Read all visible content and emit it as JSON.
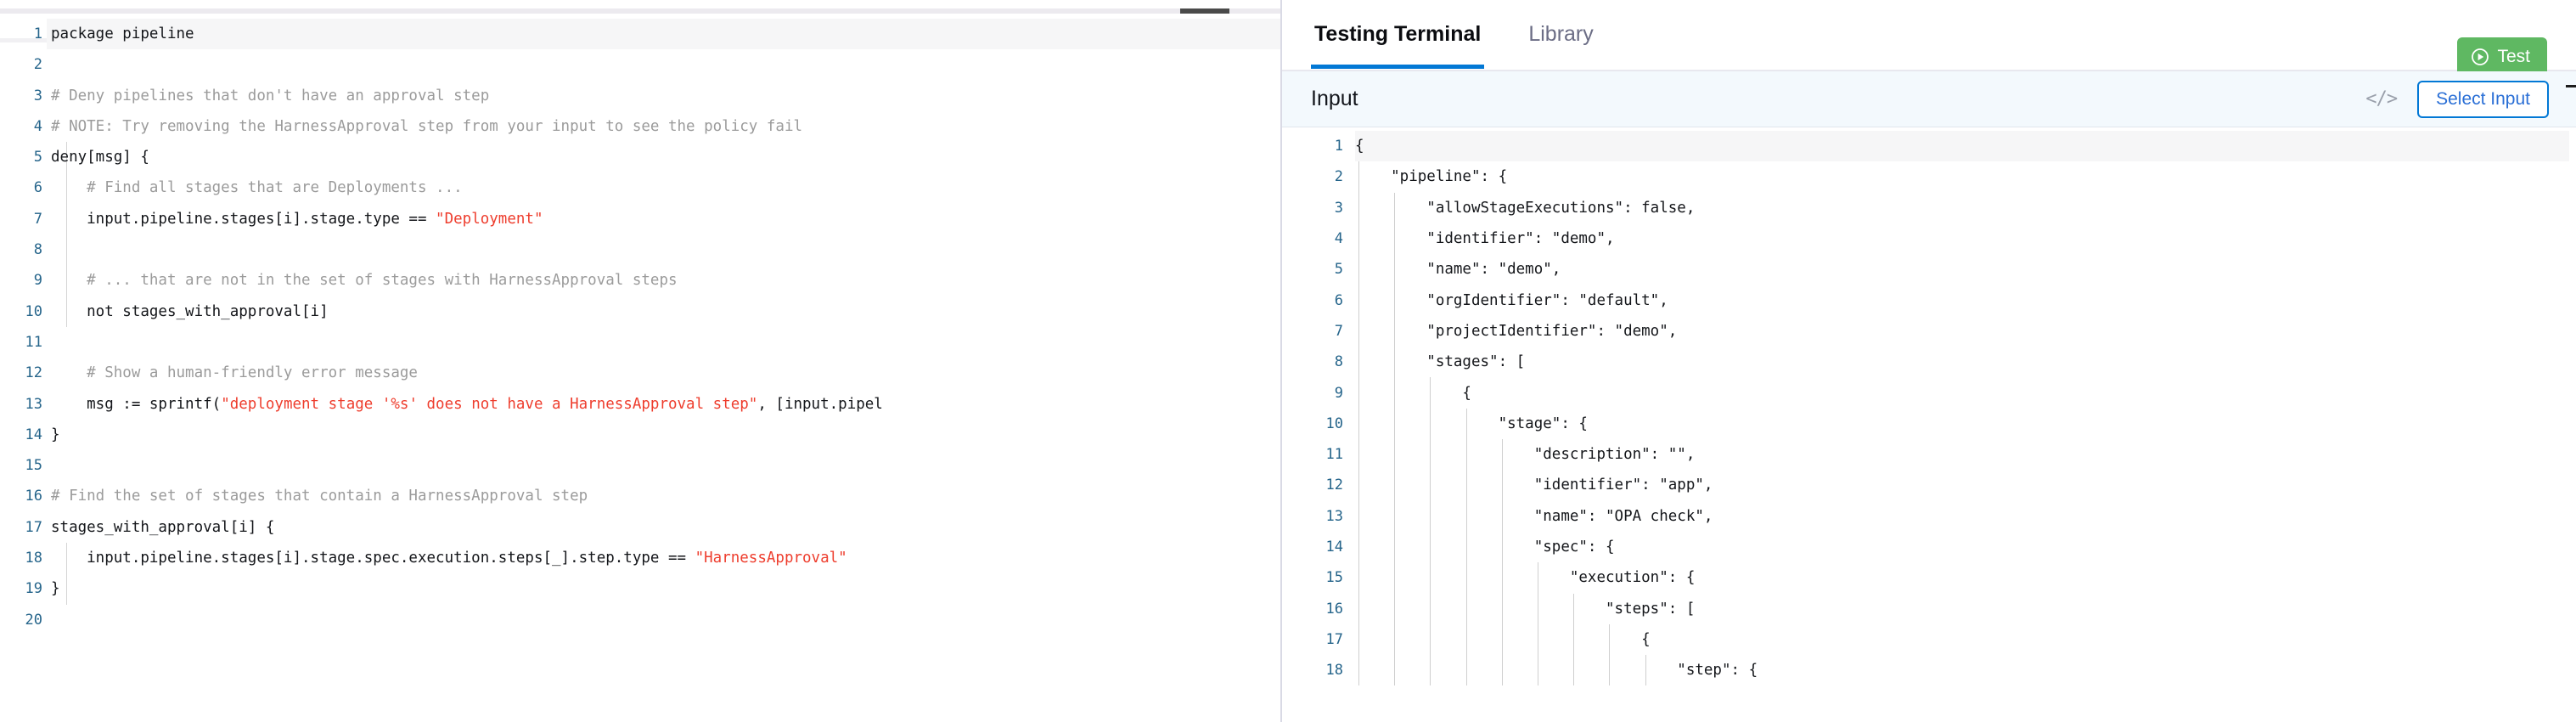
{
  "editor": {
    "language": "rego",
    "minimize_icon": "minimize-icon",
    "lines": [
      {
        "n": "1",
        "segments": [
          {
            "t": "package pipeline",
            "c": "plain"
          }
        ]
      },
      {
        "n": "2",
        "segments": [
          {
            "t": "",
            "c": "plain"
          }
        ]
      },
      {
        "n": "3",
        "segments": [
          {
            "t": "# Deny pipelines that don't have an approval step",
            "c": "comment"
          }
        ]
      },
      {
        "n": "4",
        "segments": [
          {
            "t": "# NOTE: Try removing the HarnessApproval step from your input to see the policy fail",
            "c": "comment"
          }
        ]
      },
      {
        "n": "5",
        "segments": [
          {
            "t": "deny[msg] {",
            "c": "plain"
          }
        ]
      },
      {
        "n": "6",
        "segments": [
          {
            "t": "    # Find all stages that are Deployments ...",
            "c": "comment"
          }
        ]
      },
      {
        "n": "7",
        "segments": [
          {
            "t": "    input.pipeline.stages[i].stage.type == ",
            "c": "plain"
          },
          {
            "t": "\"Deployment\"",
            "c": "string"
          }
        ]
      },
      {
        "n": "8",
        "segments": [
          {
            "t": "",
            "c": "plain"
          }
        ]
      },
      {
        "n": "9",
        "segments": [
          {
            "t": "    # ... that are not in the set of stages with HarnessApproval steps",
            "c": "comment"
          }
        ]
      },
      {
        "n": "10",
        "segments": [
          {
            "t": "    not stages_with_approval[i]",
            "c": "plain"
          }
        ]
      },
      {
        "n": "11",
        "segments": [
          {
            "t": "",
            "c": "plain"
          }
        ]
      },
      {
        "n": "12",
        "segments": [
          {
            "t": "    # Show a human-friendly error message",
            "c": "comment"
          }
        ]
      },
      {
        "n": "13",
        "segments": [
          {
            "t": "    msg := sprintf(",
            "c": "plain"
          },
          {
            "t": "\"deployment stage '%s' does not have a HarnessApproval step\"",
            "c": "string"
          },
          {
            "t": ", [input.pipel",
            "c": "plain"
          }
        ]
      },
      {
        "n": "14",
        "segments": [
          {
            "t": "}",
            "c": "plain"
          }
        ]
      },
      {
        "n": "15",
        "segments": [
          {
            "t": "",
            "c": "plain"
          }
        ]
      },
      {
        "n": "16",
        "segments": [
          {
            "t": "# Find the set of stages that contain a HarnessApproval step",
            "c": "comment"
          }
        ]
      },
      {
        "n": "17",
        "segments": [
          {
            "t": "stages_with_approval[i] {",
            "c": "plain"
          }
        ]
      },
      {
        "n": "18",
        "segments": [
          {
            "t": "    input.pipeline.stages[i].stage.spec.execution.steps[_].step.type == ",
            "c": "plain"
          },
          {
            "t": "\"HarnessApproval\"",
            "c": "string"
          }
        ]
      },
      {
        "n": "19",
        "segments": [
          {
            "t": "}",
            "c": "plain"
          }
        ]
      },
      {
        "n": "20",
        "segments": [
          {
            "t": "",
            "c": "plain"
          }
        ]
      }
    ]
  },
  "right": {
    "tabs": [
      {
        "label": "Testing Terminal",
        "active": true
      },
      {
        "label": "Library",
        "active": false
      }
    ],
    "test_button": {
      "label": "Test",
      "icon": "play-circle-icon",
      "color": "#5fb862"
    },
    "input_panel": {
      "title": "Input",
      "code_toggle_icon": "</>",
      "select_input_label": "Select Input"
    },
    "json_lines": [
      {
        "n": "1",
        "t": "{"
      },
      {
        "n": "2",
        "t": "    \"pipeline\": {"
      },
      {
        "n": "3",
        "t": "        \"allowStageExecutions\": false,"
      },
      {
        "n": "4",
        "t": "        \"identifier\": \"demo\","
      },
      {
        "n": "5",
        "t": "        \"name\": \"demo\","
      },
      {
        "n": "6",
        "t": "        \"orgIdentifier\": \"default\","
      },
      {
        "n": "7",
        "t": "        \"projectIdentifier\": \"demo\","
      },
      {
        "n": "8",
        "t": "        \"stages\": ["
      },
      {
        "n": "9",
        "t": "            {"
      },
      {
        "n": "10",
        "t": "                \"stage\": {"
      },
      {
        "n": "11",
        "t": "                    \"description\": \"\","
      },
      {
        "n": "12",
        "t": "                    \"identifier\": \"app\","
      },
      {
        "n": "13",
        "t": "                    \"name\": \"OPA check\","
      },
      {
        "n": "14",
        "t": "                    \"spec\": {"
      },
      {
        "n": "15",
        "t": "                        \"execution\": {"
      },
      {
        "n": "16",
        "t": "                            \"steps\": ["
      },
      {
        "n": "17",
        "t": "                                {"
      },
      {
        "n": "18",
        "t": "                                    \"step\": {"
      }
    ]
  },
  "colors": {
    "accent_blue": "#0278d5",
    "test_green": "#5fb862",
    "string_red": "#ee3d2d",
    "comment_gray": "#9b9b9b",
    "linenum_blue": "#26658b",
    "input_bar_bg": "#f3f9fd"
  }
}
